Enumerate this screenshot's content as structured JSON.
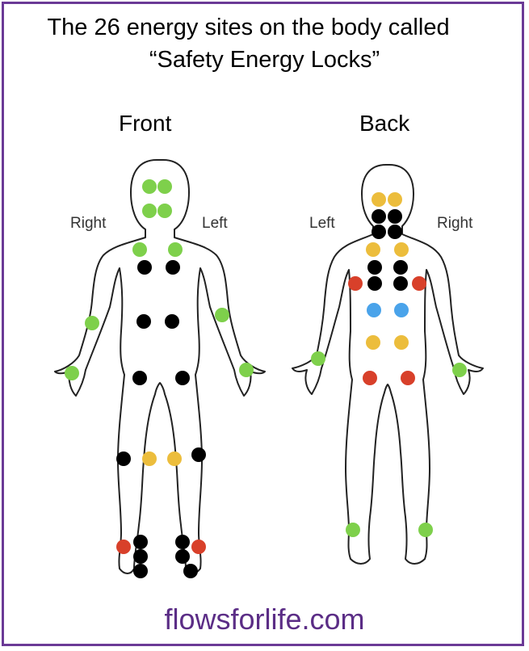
{
  "title": {
    "line1": "The 26 energy sites on the body called",
    "line2": "“Safety Energy Locks”"
  },
  "front": {
    "heading": "Front",
    "right_label": "Right",
    "left_label": "Left"
  },
  "back": {
    "heading": "Back",
    "left_label": "Left",
    "right_label": "Right"
  },
  "footer": "flowsforlife.com",
  "colors": {
    "green": "#7ed04b",
    "black": "#000000",
    "yellow": "#ecbd3c",
    "red": "#d8402a",
    "blue": "#4aa3ea",
    "border": "#6b3a96",
    "footer_text": "#5b2d86"
  }
}
